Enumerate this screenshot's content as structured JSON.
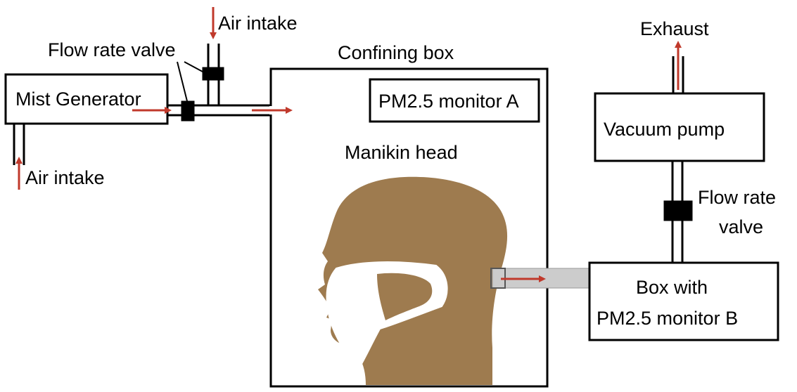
{
  "labels": {
    "mist_generator": "Mist Generator",
    "air_intake_left": "Air intake",
    "air_intake_top": "Air intake",
    "flow_rate_valve_top": "Flow rate valve",
    "confining_box": "Confining box",
    "pm25_monitor_a": "PM2.5 monitor A",
    "manikin_head": "Manikin head",
    "exhaust": "Exhaust",
    "vacuum_pump": "Vacuum pump",
    "flow_rate_valve_right_line1": "Flow rate",
    "flow_rate_valve_right_line2": "valve",
    "box_b_line1": "Box with",
    "box_b_line2": "PM2.5 monitor B"
  },
  "colors": {
    "arrow": "#c0392b",
    "head": "#9e7b4f",
    "mask": "#ffffff",
    "sample_tube": "#cccccc",
    "outline": "#000000"
  }
}
